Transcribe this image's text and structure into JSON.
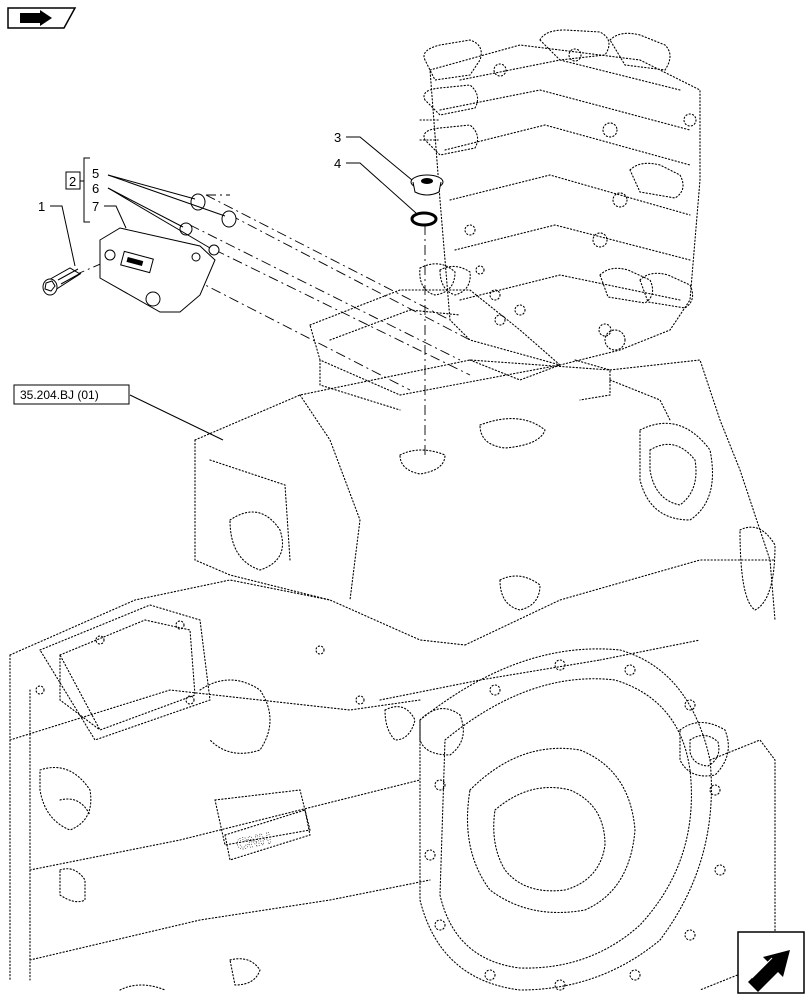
{
  "callouts": {
    "c1": "1",
    "c2": "2",
    "c3": "3",
    "c4": "4",
    "c5": "5",
    "c6": "6",
    "c7": "7"
  },
  "reference": "35.204.BJ (01)",
  "icons": {
    "top_left": "nav-arrow-icon",
    "bottom_right": "next-page-arrow-icon"
  }
}
